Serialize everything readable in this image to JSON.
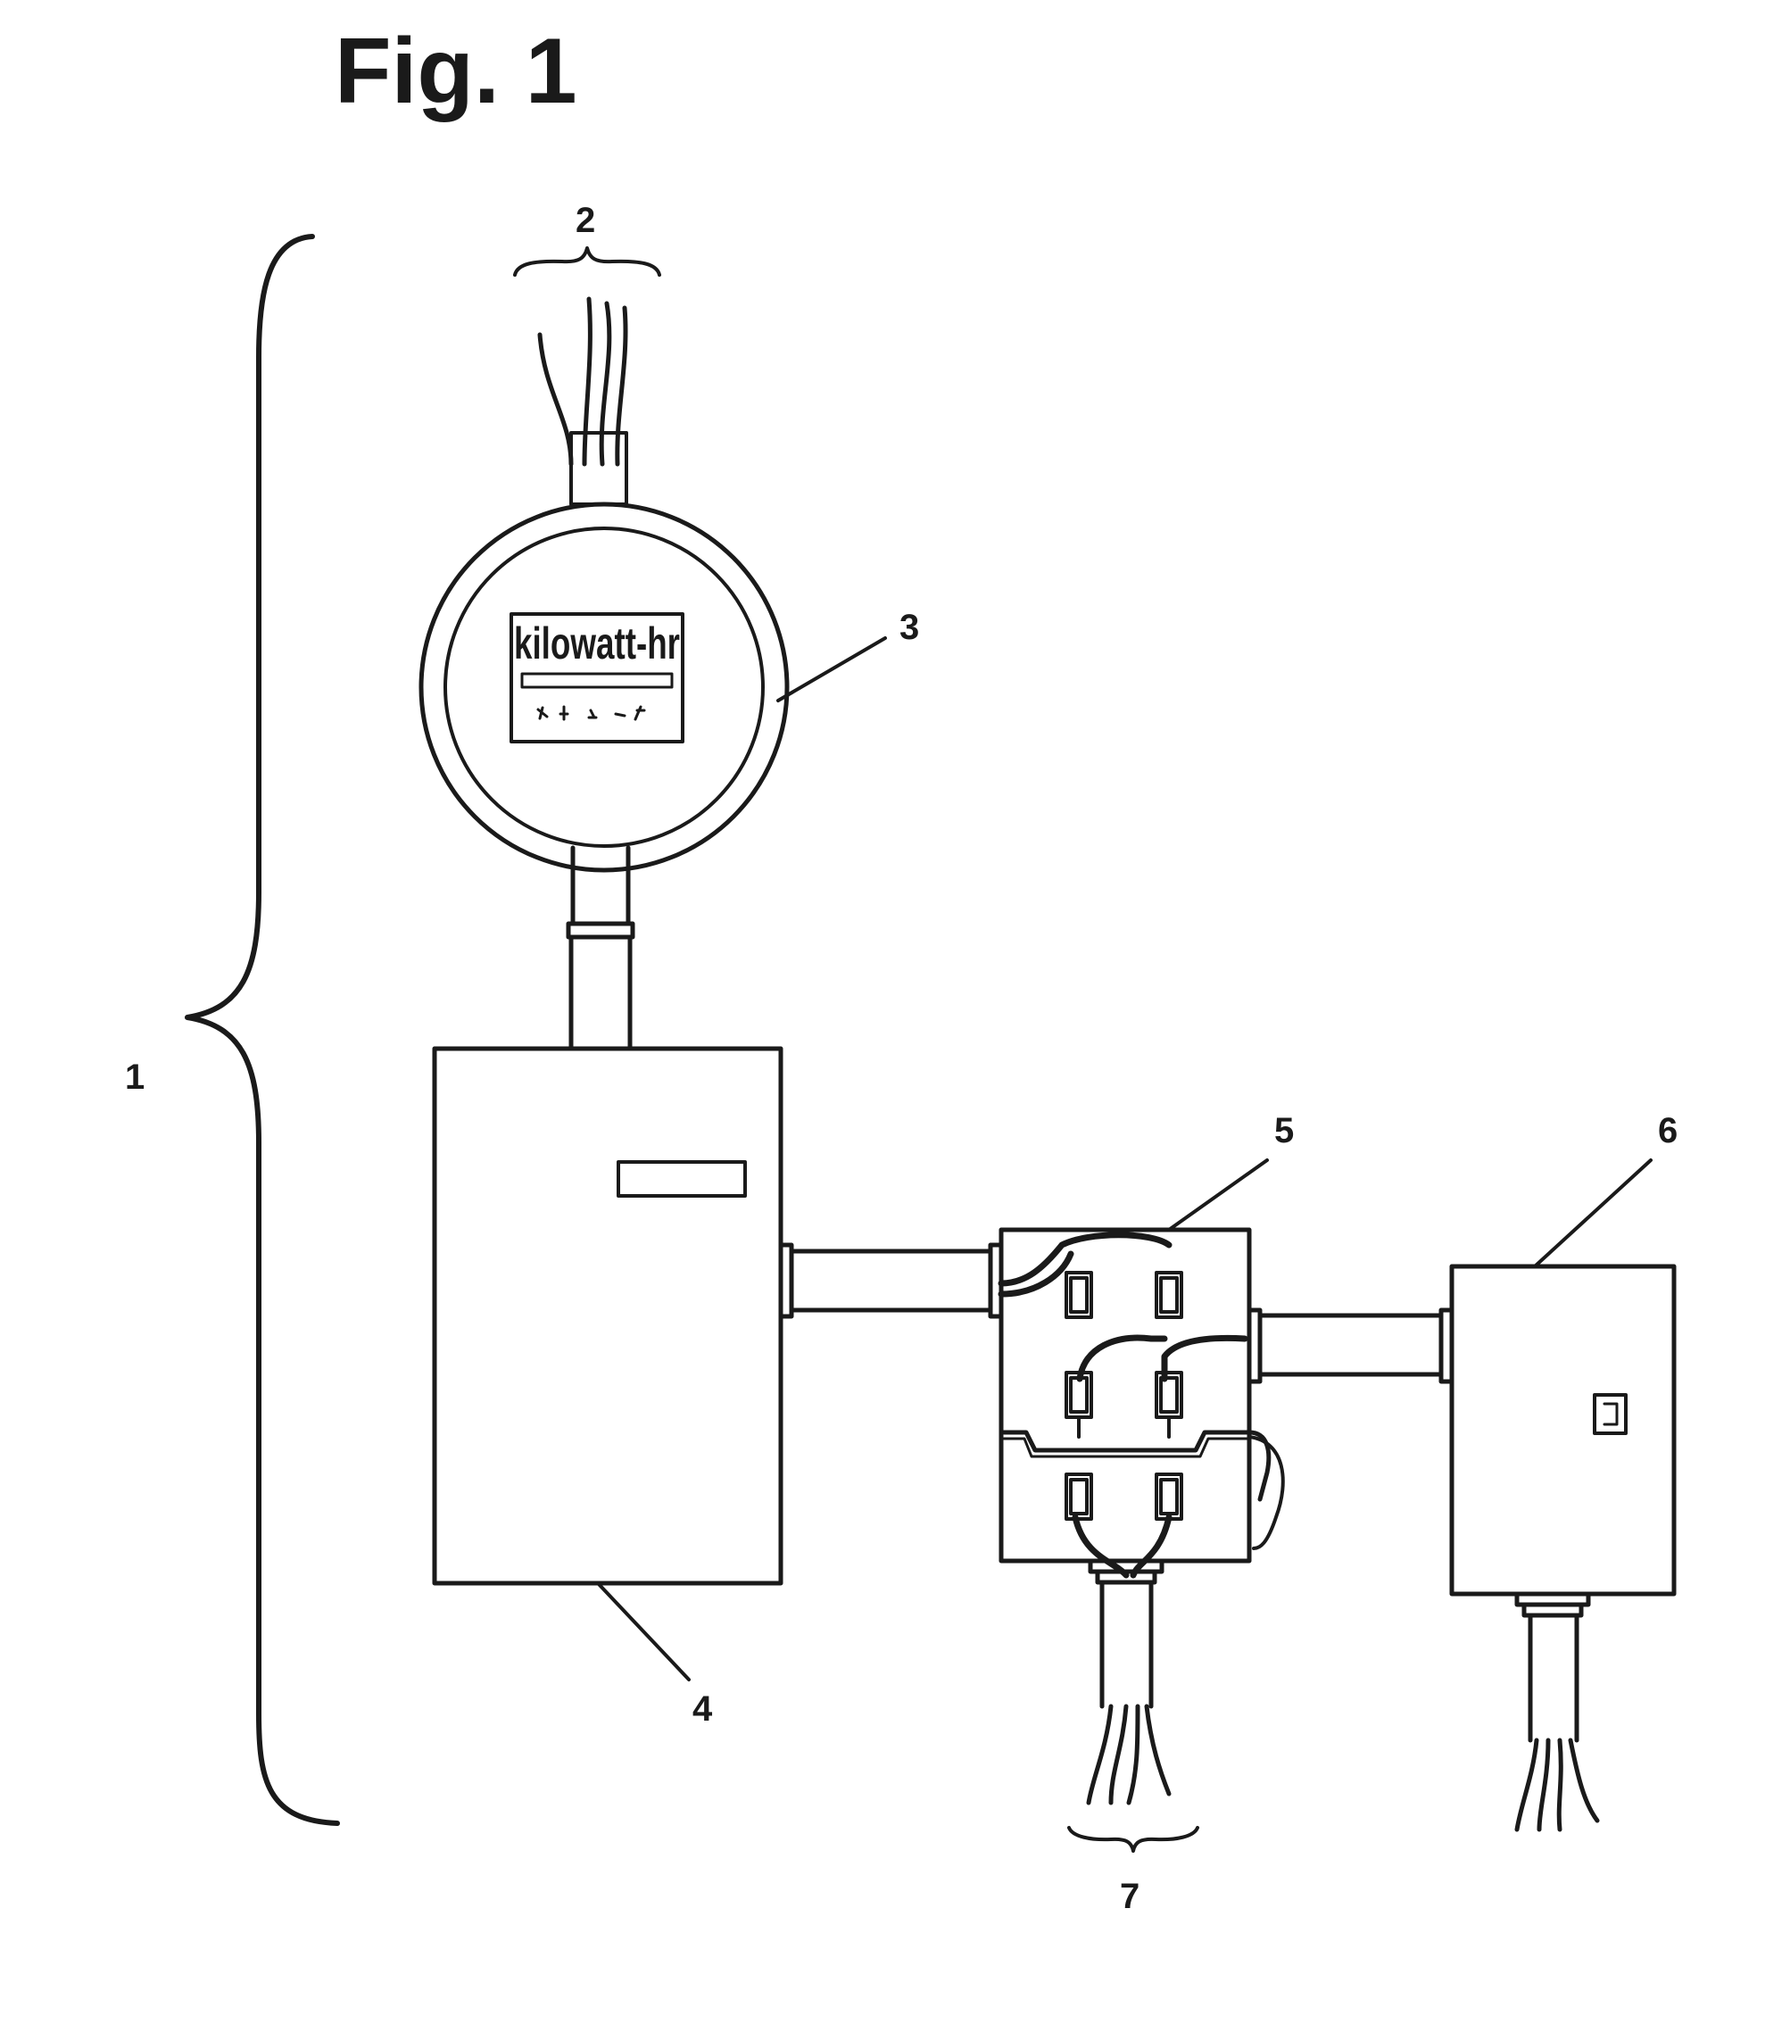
{
  "figure": {
    "title": "Fig. 1"
  },
  "labels": {
    "system": "1",
    "service_wires": "2",
    "meter": "3",
    "panel": "4",
    "junction_box": "5",
    "device_box": "6",
    "branch_wires": "7"
  },
  "meter": {
    "dial_text": "kilowatt-hr"
  },
  "colors": {
    "ink": "#1a1a1a",
    "background": "#ffffff"
  }
}
